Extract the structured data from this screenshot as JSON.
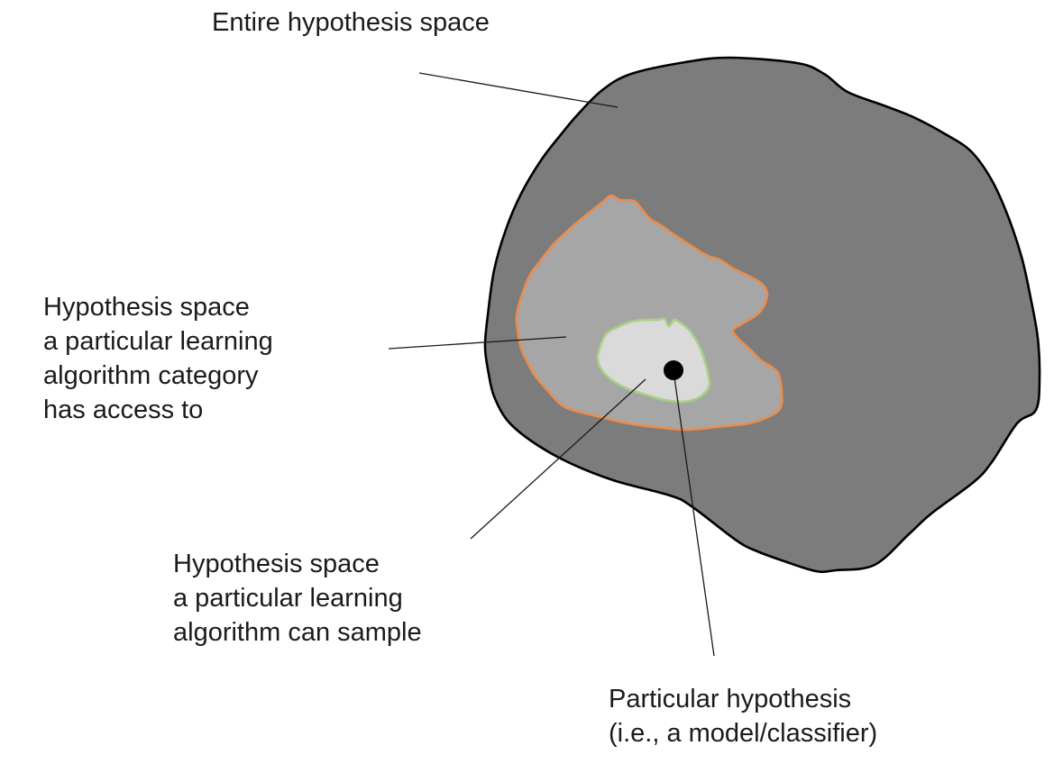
{
  "title": "Hypothesis space diagram",
  "colors": {
    "page_bg": "#ffffff",
    "outer_fill": "#7c7c7c",
    "mid_fill": "#a6a6a6",
    "inner_fill": "#dadada",
    "outline_black": "#000000",
    "orange": "#ec8c4a",
    "green": "#a6d083",
    "leader": "#1a1a1a",
    "dot": "#000000",
    "text": "#1b1b1b"
  },
  "labels": {
    "entire": "Entire hypothesis space",
    "category": "Hypothesis space\na particular learning\nalgorithm category\nhas access to",
    "sample": "Hypothesis space\na particular learning\nalgorithm can sample",
    "particular": "Particular hypothesis\n(i.e., a model/classifier)"
  },
  "regions": {
    "outer_blob_label": "Entire hypothesis space",
    "mid_blob_label": "Hypothesis space a particular learning algorithm category has access to",
    "inner_blob_label": "Hypothesis space a particular learning algorithm can sample",
    "dot_label": "Particular hypothesis (i.e., a model/classifier)"
  }
}
